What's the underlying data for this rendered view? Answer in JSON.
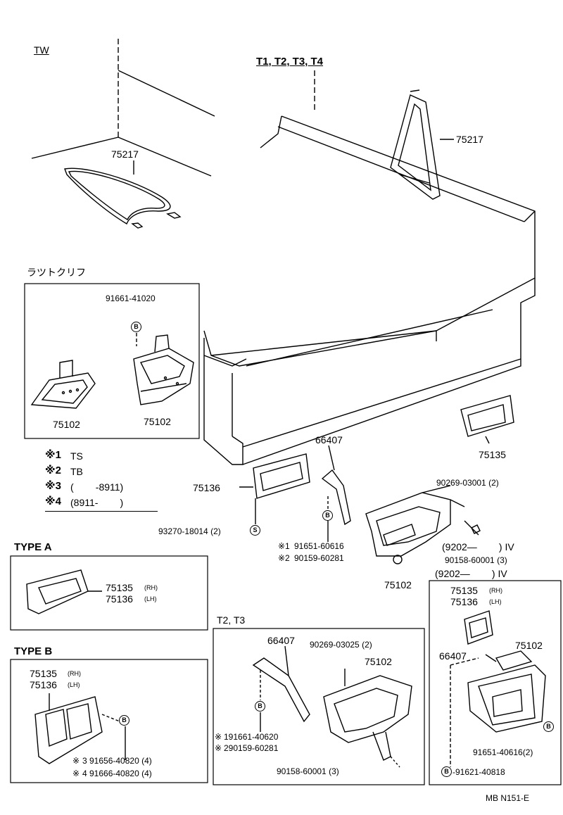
{
  "views": {
    "tw": "TW",
    "t_all": "T1, T2, T3, T4",
    "t2t3": "T2, T3",
    "type_a": "TYPE A",
    "type_b": "TYPE B",
    "ratto": "ラツトクリフ"
  },
  "parts": {
    "p75217": "75217",
    "p75102": "75102",
    "p75135": "75135",
    "p75136": "75136",
    "p66407": "66407",
    "p91661_41020": "91661-41020",
    "p90269_03001": "90269-03001 (2)",
    "p93270_18014": "93270-18014 (2)",
    "p91651_60616": "91651-60616",
    "p90159_60281": "90159-60281",
    "p9202_a": "(9202—        ) IV",
    "p90158_60001": "90158-60001 (3)",
    "p9202_b": "(9202—        ) IV",
    "p90269_03025": "90269-03025 (2)",
    "p91661_40620": "191661-40620",
    "p90159_60281b": "290159-60281",
    "p90158_60001b": "90158-60001 (3)",
    "p91651_40616": "91651-40616(2)",
    "p91621_40818": "-91621-40818",
    "p91656_40820": "3 91656-40820 (4)",
    "p91666_40820": "4 91666-40820 (4)"
  },
  "tags": {
    "rh": "(RH)",
    "lh": "(LH)",
    "b": "B",
    "s": "S"
  },
  "legend": {
    "k1": "※1",
    "v1": "TS",
    "k2": "※2",
    "v2": "TB",
    "k3": "※3",
    "v3": "(        -8911)",
    "k4": "※4",
    "v4": "(8911-        )",
    "ast1": "※1",
    "ast2": "※2",
    "ast_a": "※",
    "ast_b": "※"
  },
  "footer": "MB N151-E"
}
